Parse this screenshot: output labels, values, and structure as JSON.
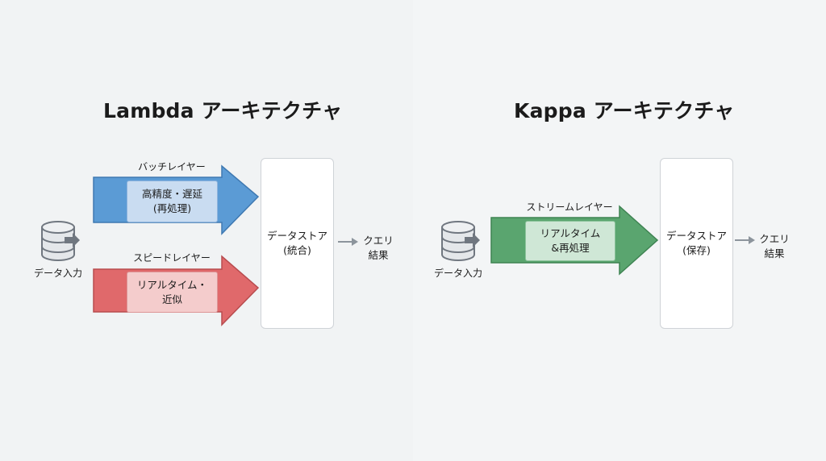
{
  "lambda": {
    "title": "Lambda アーキテクチャ",
    "input_label": "データ入力",
    "batch": {
      "label": "バッチレイヤー",
      "line1": "高精度・遅延",
      "line2": "(再処理)",
      "color": "#5b9bd5"
    },
    "speed": {
      "label": "スピードレイヤー",
      "line1": "リアルタイム・",
      "line2": "近似",
      "color": "#e0696b"
    },
    "store": {
      "line1": "データストア",
      "line2": "(統合)"
    },
    "output": {
      "line1": "クエリ",
      "line2": "結果"
    }
  },
  "kappa": {
    "title": "Kappa アーキテクチャ",
    "input_label": "データ入力",
    "stream": {
      "label": "ストリームレイヤー",
      "line1": "リアルタイム",
      "line2": "&再処理",
      "color": "#5aa56f"
    },
    "store": {
      "line1": "データストア",
      "line2": "(保存)"
    },
    "output": {
      "line1": "クエリ",
      "line2": "結果"
    }
  }
}
